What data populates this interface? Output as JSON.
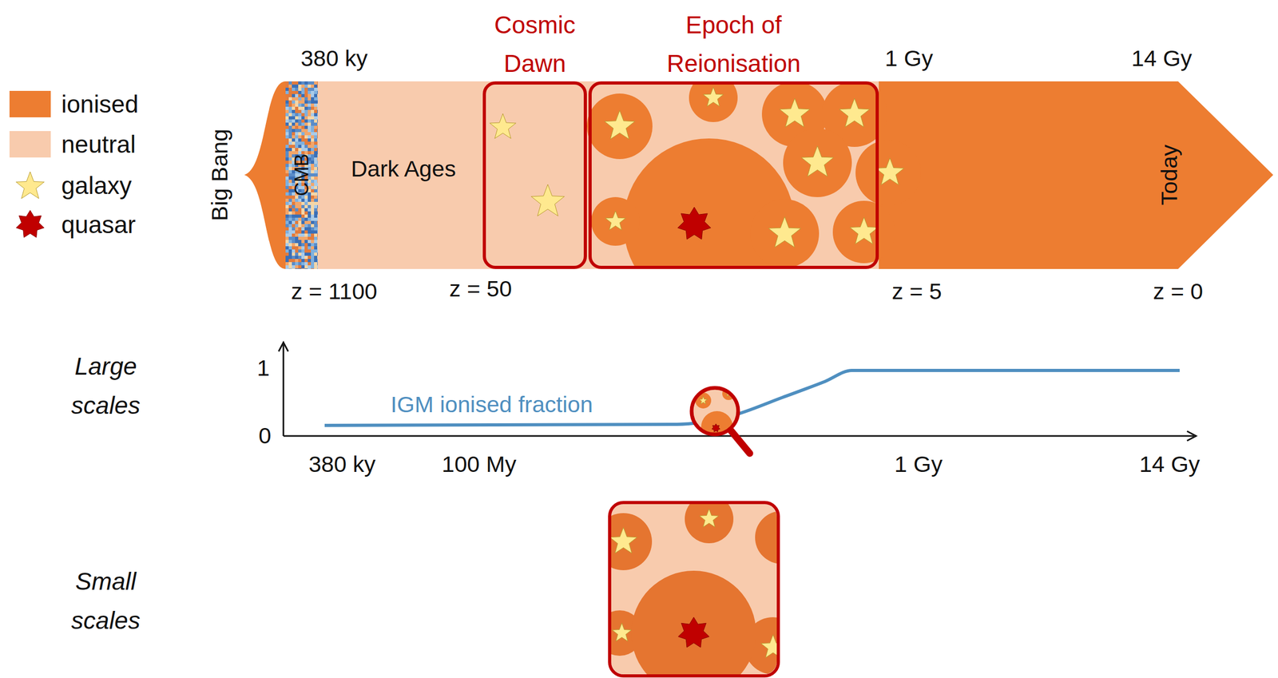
{
  "diagram": {
    "nodes": [
      {
        "text": [
          "Cosmic Dawn"
        ]
      },
      {
        "text": [
          "Epoch of Reionisation"
        ]
      }
    ],
    "labels": [
      "380 ky",
      "1 Gy",
      "14 Gy",
      "Big Bang",
      "CMB",
      "Dark Ages",
      "Today",
      "z = 1100",
      "z = 50",
      "z = 5",
      "z = 0",
      "Large scales",
      "1",
      "0",
      "IGM ionised fraction",
      "380 ky",
      "100 My",
      "1 Gy",
      "14 Gy",
      "Small scales"
    ],
    "legend": [
      {
        "text": "ionised",
        "color": "#ED7D31"
      },
      {
        "text": "neutral",
        "color": "#F8CBAD"
      },
      {
        "text": "galaxy"
      },
      {
        "text": "quasar"
      }
    ]
  }
}
